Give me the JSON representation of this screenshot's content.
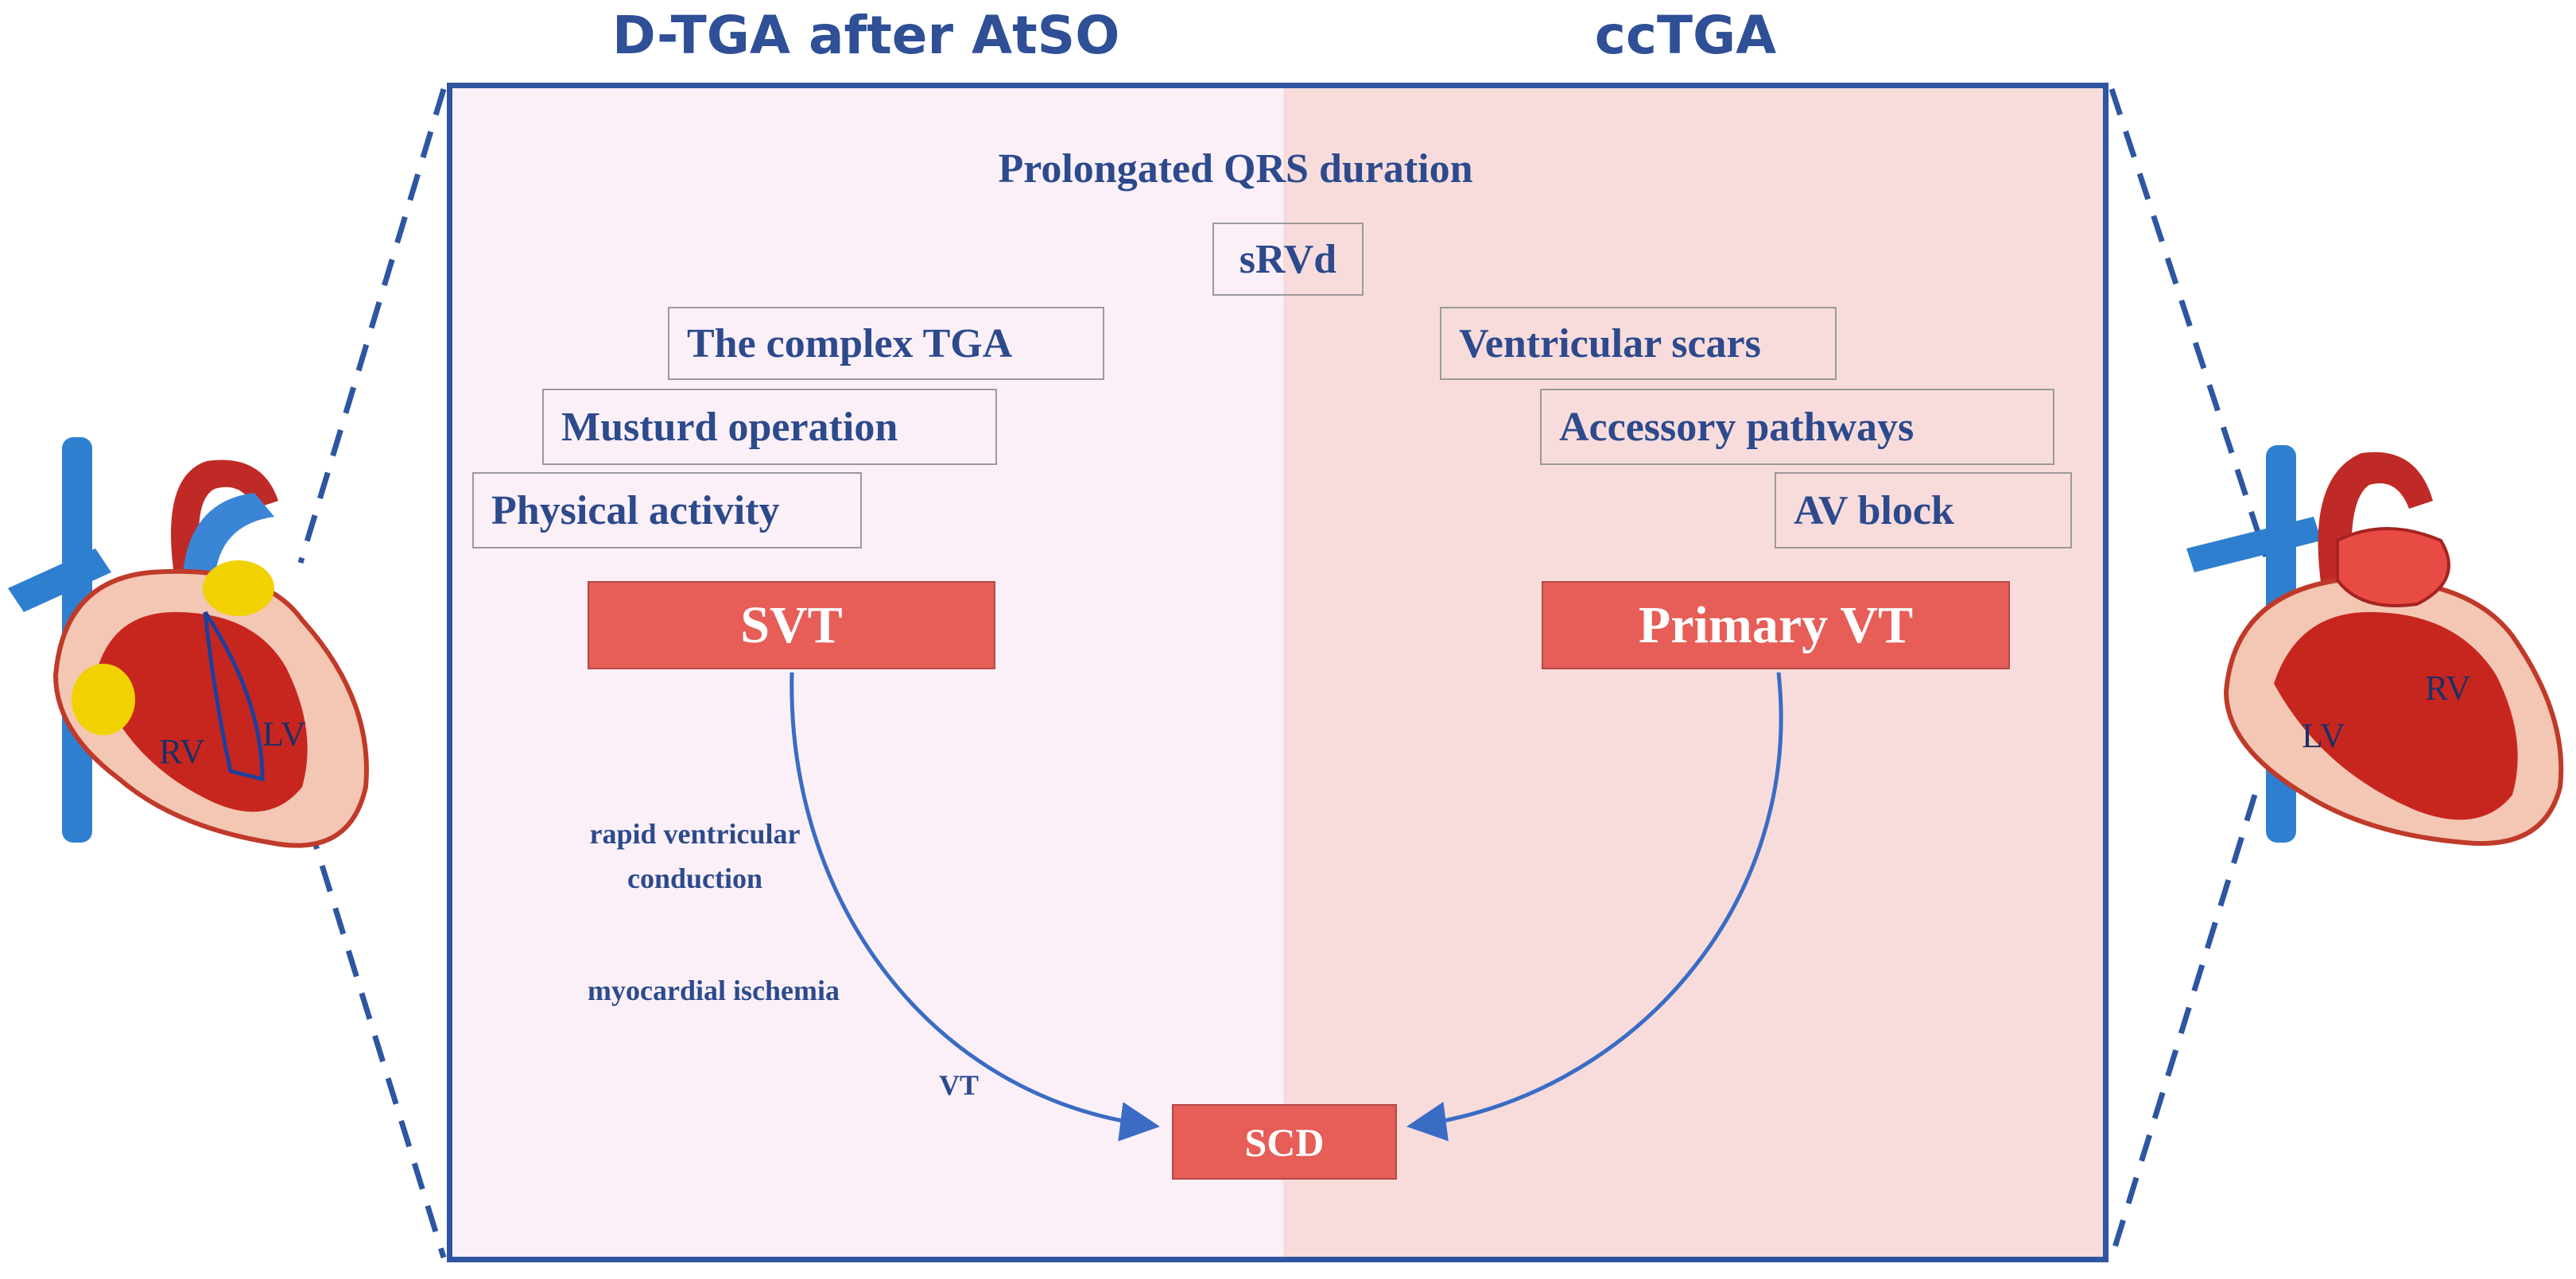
{
  "headings": {
    "left": "D-TGA after AtSO",
    "right": "ccTGA"
  },
  "top_factors": {
    "qrs": "Prolongated QRS duration",
    "srvd": "sRVd"
  },
  "left_factors": [
    "The complex TGA",
    "Musturd operation",
    "Physical activity"
  ],
  "right_factors": [
    "Ventricular scars",
    "Accessory pathways",
    "AV block"
  ],
  "arrhythmias": {
    "left": "SVT",
    "right": "Primary VT"
  },
  "outcome": "SCD",
  "pathway_labels": [
    "rapid ventricular\nconduction",
    "myocardial ischemia",
    "VT"
  ],
  "heart_labels": {
    "left": {
      "rv": "RV",
      "lv": "LV"
    },
    "right": {
      "lv": "LV",
      "rv": "RV"
    }
  },
  "colors": {
    "border": "#2e56a0",
    "text": "#2c4a8c",
    "red_box": "#e75d57",
    "left_bg": "#fcf0f8",
    "right_bg": "#f8dcdc"
  }
}
